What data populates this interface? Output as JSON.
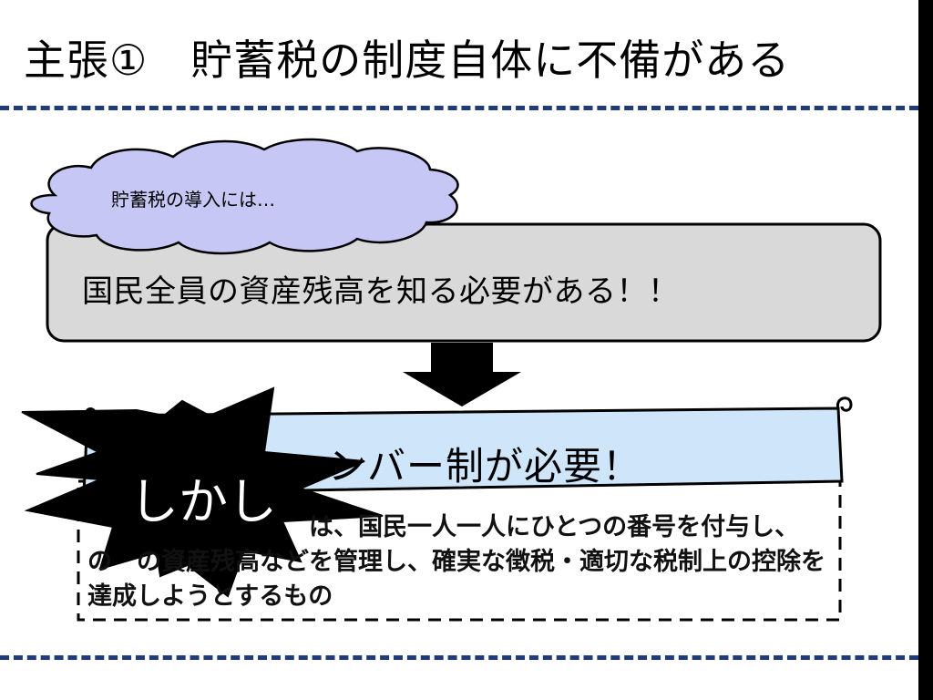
{
  "slide": {
    "title": "主張①　貯蓄税の制度自体に不備がある",
    "cloud_text": "貯蓄税の導入には…",
    "box1_text": "国民全員の資産残高を知る必要がある！！",
    "banner_text": "ンバー制が必要！",
    "definition_text": "　　　　　　　　　は、国民一人一人にひとつの番号を付与し、　の　の資産残高などを管理し、確実な徴税・適切な税制上の控除を達成しようとするもの",
    "starburst_text": "しかし"
  },
  "colors": {
    "dash_line": "#1f3b78",
    "cloud_fill": "#c7c7f5",
    "box1_fill": "#d9d9d9",
    "banner_fill": "#cfe6fa",
    "starburst_fill": "#000000"
  },
  "icons": {
    "arrow": "arrow-down-icon",
    "starburst": "explosion-starburst"
  }
}
